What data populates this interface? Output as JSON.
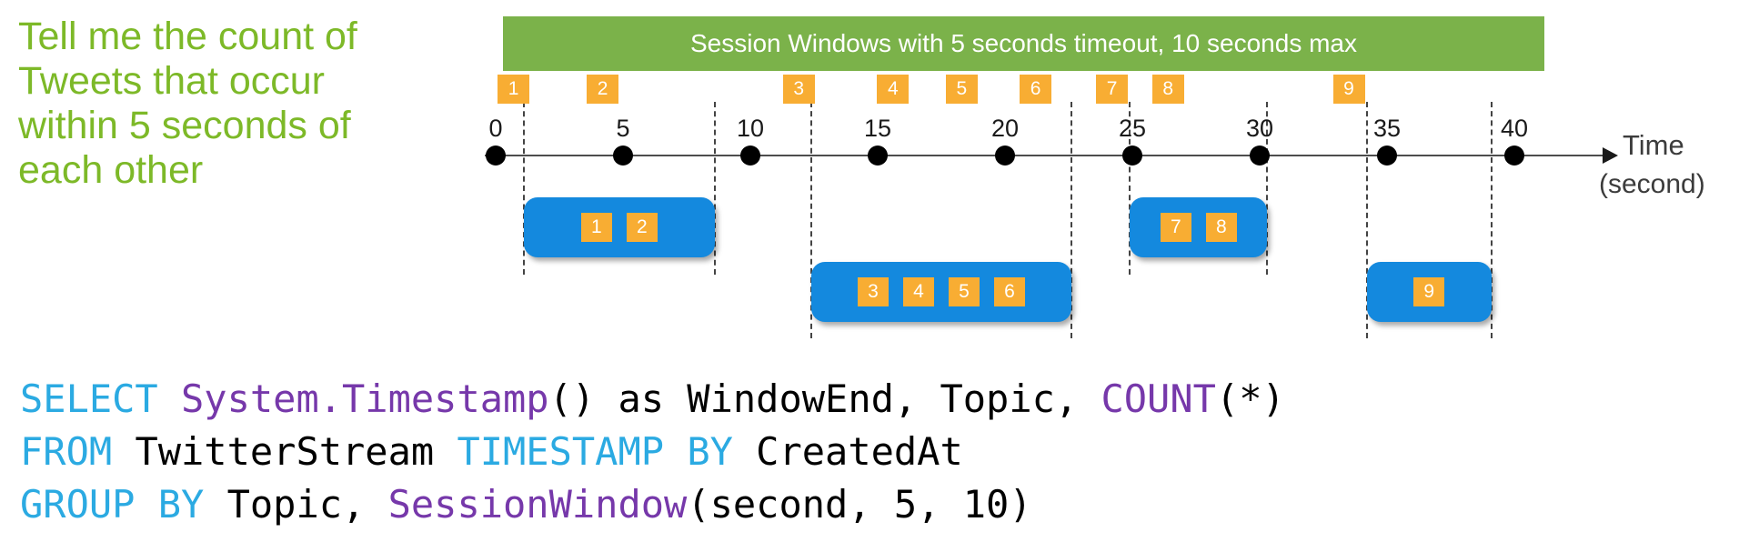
{
  "prompt": {
    "lines": [
      "Tell me the count of",
      "Tweets that occur",
      "within 5 seconds of",
      "each other"
    ]
  },
  "banner": {
    "label": "Session Windows with 5 seconds timeout, 10 seconds max"
  },
  "timeline": {
    "axis_label": "Time",
    "axis_unit": "(second)",
    "ticks": [
      {
        "label": "0",
        "t": 0
      },
      {
        "label": "5",
        "t": 5
      },
      {
        "label": "10",
        "t": 10
      },
      {
        "label": "15",
        "t": 15
      },
      {
        "label": "20",
        "t": 20
      },
      {
        "label": "25",
        "t": 25
      },
      {
        "label": "30",
        "t": 30
      },
      {
        "label": "35",
        "t": 35
      },
      {
        "label": "40",
        "t": 40
      }
    ]
  },
  "events": [
    {
      "id": "1",
      "t": 0.7
    },
    {
      "id": "2",
      "t": 4.2
    },
    {
      "id": "3",
      "t": 11.9
    },
    {
      "id": "4",
      "t": 15.6
    },
    {
      "id": "5",
      "t": 18.3
    },
    {
      "id": "6",
      "t": 21.2
    },
    {
      "id": "7",
      "t": 24.2
    },
    {
      "id": "8",
      "t": 26.4
    },
    {
      "id": "9",
      "t": 33.5
    }
  ],
  "windows": [
    {
      "name": "session-window-1",
      "row": "upper",
      "t_start": 1.1,
      "t_end": 8.6,
      "event_ids": [
        "1",
        "2"
      ]
    },
    {
      "name": "session-window-2",
      "row": "lower",
      "t_start": 12.4,
      "t_end": 22.6,
      "event_ids": [
        "3",
        "4",
        "5",
        "6"
      ]
    },
    {
      "name": "session-window-3",
      "row": "upper",
      "t_start": 24.9,
      "t_end": 30.3,
      "event_ids": [
        "7",
        "8"
      ]
    },
    {
      "name": "session-window-4",
      "row": "lower",
      "t_start": 34.2,
      "t_end": 39.1,
      "event_ids": [
        "9"
      ]
    }
  ],
  "sql": {
    "lines": [
      [
        [
          "kw",
          "SELECT"
        ],
        [
          "pl",
          " "
        ],
        [
          "fn",
          "System.Timestamp"
        ],
        [
          "pl",
          "() as WindowEnd, Topic, "
        ],
        [
          "fn",
          "COUNT"
        ],
        [
          "pl",
          "(*)"
        ]
      ],
      [
        [
          "kw",
          "FROM"
        ],
        [
          "pl",
          " TwitterStream "
        ],
        [
          "kw",
          "TIMESTAMP BY"
        ],
        [
          "pl",
          " CreatedAt"
        ]
      ],
      [
        [
          "kw",
          "GROUP BY"
        ],
        [
          "pl",
          " Topic, "
        ],
        [
          "fn",
          "SessionWindow"
        ],
        [
          "pl",
          "(second, 5, 10)"
        ]
      ]
    ]
  },
  "colors": {
    "prompt_green": "#7DB928",
    "banner_green": "#7BB24A",
    "event_orange": "#F8AD33",
    "window_blue": "#1489DE",
    "dash_gray": "#444444",
    "axis_gray": "#4D4D4D",
    "keyword_cyan": "#2BAAE2",
    "function_purple": "#7638AA"
  }
}
